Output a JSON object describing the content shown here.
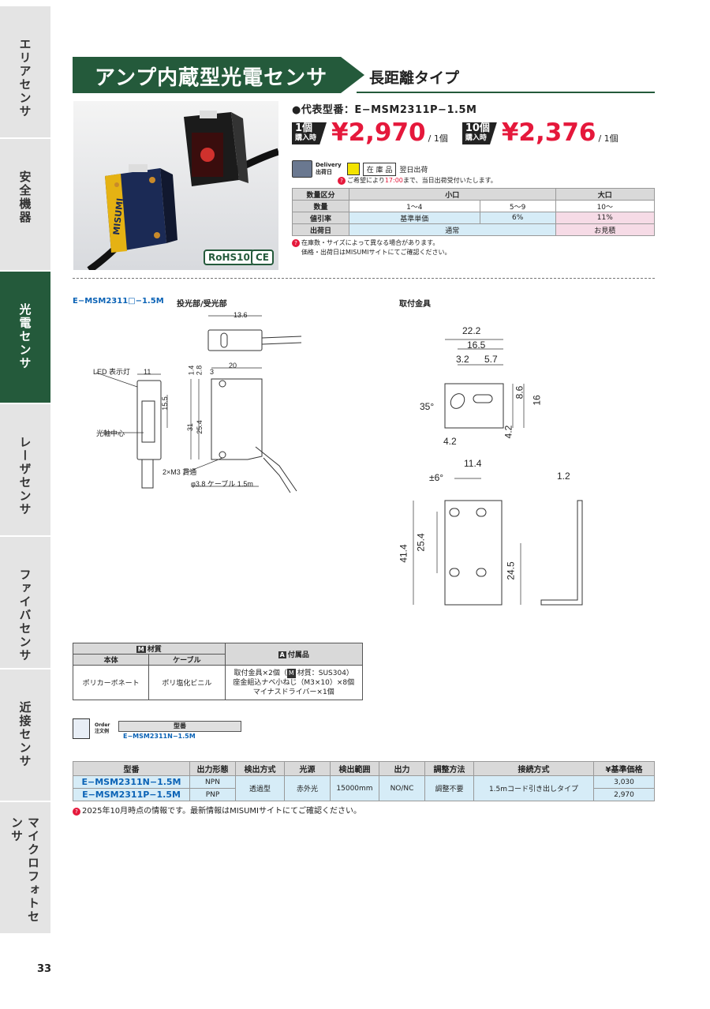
{
  "side_tabs": [
    {
      "label": "エリアセンサ",
      "active": false
    },
    {
      "label": "安全機器",
      "active": false
    },
    {
      "label": "光電センサ",
      "active": true
    },
    {
      "label": "レーザセンサ",
      "active": false
    },
    {
      "label": "ファイバセンサ",
      "active": false
    },
    {
      "label": "近接センサ",
      "active": false
    },
    {
      "label": "マイクロフォトセンサ",
      "active": false
    }
  ],
  "page_number": "33",
  "header": {
    "title": "アンプ内蔵型光電センサ",
    "subtitle": "長距離タイプ"
  },
  "photo": {
    "brand": "MISUMI",
    "certs": [
      "RoHS10",
      "CE"
    ]
  },
  "pricing": {
    "rep_model": "●代表型番：E−MSM2311P−1.5M",
    "tiers": [
      {
        "qty": "1個",
        "qty_sub": "購入時",
        "price": "¥2,970",
        "unit": "/ 1個"
      },
      {
        "qty": "10個",
        "qty_sub": "購入時",
        "price": "¥2,376",
        "unit": "/ 1個"
      }
    ],
    "delivery": {
      "label": "Delivery",
      "label_sub": "出荷日",
      "stock": "在 庫 品",
      "ship": "翌日出荷",
      "note": "ご希望により",
      "note_time": "17:00",
      "note_rest": "まで、当日出荷受付いたします。"
    },
    "table": {
      "rows": [
        [
          "数量区分",
          "小口",
          "大口"
        ],
        [
          "数量",
          "1〜4",
          "5〜9",
          "10〜"
        ],
        [
          "値引率",
          "基準単価",
          "6%",
          "11%"
        ],
        [
          "出荷日",
          "通常",
          "お見積"
        ]
      ]
    },
    "notes": [
      "在庫数・サイズによって異なる場合があります。",
      "価格・出荷日はMISUMIサイトにてご確認ください。"
    ]
  },
  "drawing_left": {
    "model": "E−MSM2311□−1.5M",
    "part": "投光部/受光部",
    "dims": [
      "13.6",
      "11",
      "20",
      "1.4",
      "2.8",
      "3",
      "15.5",
      "31",
      "25.4"
    ],
    "labels": [
      "LED 表示灯",
      "光軸中心",
      "2×M3 貫通",
      "φ3.8 ケーブル 1.5m"
    ]
  },
  "drawing_right": {
    "title": "取付金具",
    "dims": [
      "22.2",
      "16.5",
      "3.2",
      "5.7",
      "35°",
      "8.6",
      "16",
      "4.2",
      "4.2",
      "11.4",
      "±6°",
      "1.2",
      "41.4",
      "25.4",
      "24.5"
    ]
  },
  "material": {
    "title": "材質",
    "col1": "本体",
    "col2": "ケーブル",
    "body": "ポリカーボネート",
    "cable": "ポリ塩化ビニル",
    "acc_title": "付属品",
    "accessories": [
      "取付金具×2個（",
      "材質：SUS304）",
      "座金組込ナベ小ねじ（M3×10）×8個",
      "マイナスドライバー×1個"
    ]
  },
  "order": {
    "label": "Order",
    "label_sub": "注文例",
    "col": "型番",
    "example": "E−MSM2311N−1.5M"
  },
  "spec": {
    "headers": [
      "型番",
      "出力形態",
      "検出方式",
      "光源",
      "検出範囲",
      "出力",
      "調整方法",
      "接続方式",
      "¥基準価格"
    ],
    "rows": [
      {
        "model": "E−MSM2311N−1.5M",
        "output_type": "NPN",
        "price": "3,030"
      },
      {
        "model": "E−MSM2311P−1.5M",
        "output_type": "PNP",
        "price": "2,970"
      }
    ],
    "shared": {
      "method": "透過型",
      "light": "赤外光",
      "range": "15000mm",
      "output": "NO/NC",
      "adjust": "調整不要",
      "connect": "1.5mコード引き出しタイプ"
    }
  },
  "footnote": "2025年10月時点の情報です。最新情報はMISUMIサイトにてご確認ください。"
}
